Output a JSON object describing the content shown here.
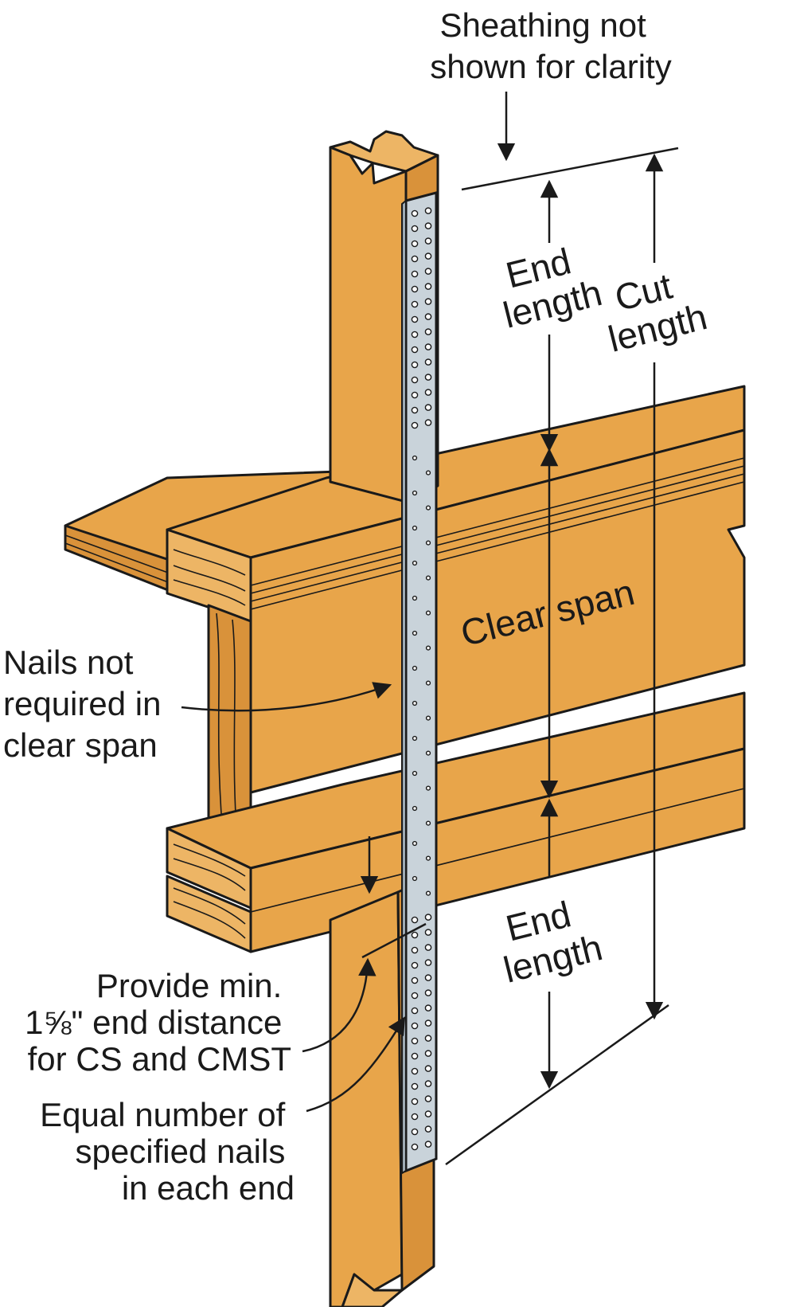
{
  "labels": {
    "sheathing_note": [
      "Sheathing not",
      "shown for clarity"
    ],
    "end_length_top": [
      "End",
      "length"
    ],
    "cut_length": [
      "Cut",
      "length"
    ],
    "clear_span": "Clear span",
    "end_length_bottom": [
      "End",
      "length"
    ],
    "nails_not_required": [
      "Nails not",
      "required in",
      "clear span"
    ],
    "end_distance": [
      "Provide min.",
      "1⅝\" end distance",
      "for CS and CMST"
    ],
    "equal_nails": [
      "Equal number of",
      "specified nails",
      "in each end"
    ]
  },
  "colors": {
    "wood": "#E8A54A",
    "strap": "#C9D3DA",
    "ink": "#1a1a1a"
  }
}
